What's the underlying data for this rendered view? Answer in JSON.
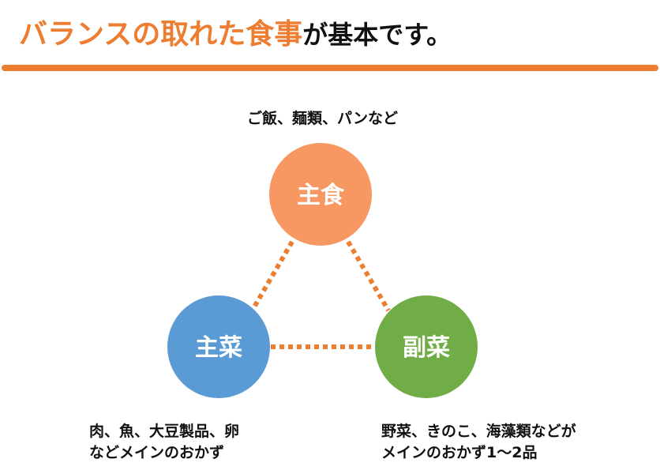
{
  "title": {
    "highlight": "バランスの取れた食事",
    "rest": "が基本です。"
  },
  "colors": {
    "accent": "#ED7D31",
    "staple": "#F79862",
    "main": "#5B9BD5",
    "side": "#70AD47"
  },
  "nodes": {
    "staple": {
      "label": "主食",
      "description": "ご飯、麺類、パンなど"
    },
    "main": {
      "label": "主菜",
      "description_line1": "肉、魚、大豆製品、卵",
      "description_line2": "などメインのおかず"
    },
    "side": {
      "label": "副菜",
      "description_line1": "野菜、きのこ、海藻類などが",
      "description_line2": "メインのおかず1～2品"
    }
  }
}
